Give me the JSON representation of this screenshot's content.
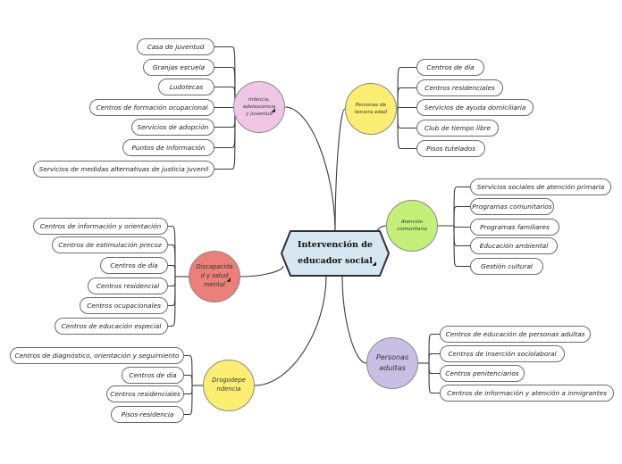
{
  "center": {
    "title": "Intervención de\neducador social",
    "color": "#d7e7f1"
  },
  "groups": [
    {
      "id": "infancia",
      "label": "Infancia,\nadolescencia\ny juventud",
      "color": "#f0c6e6",
      "collapsed_marker": true,
      "items": [
        "Casa de juventud",
        "Granjas escuela",
        "Ludotecas",
        "Centros de formación ocupacional",
        "Servicios de adopción",
        "Puntos de información",
        "Servicios de medidas alternativas de justicia juvenil"
      ]
    },
    {
      "id": "mayores",
      "label": "Personas de\ntercera edad",
      "color": "#fbee72",
      "collapsed_marker": false,
      "items": [
        "Centros de día",
        "Centros residenciales",
        "Servicios de ayuda domiciliaria",
        "Club de tiempo libre",
        "Pisos tutelados"
      ]
    },
    {
      "id": "comunitaria",
      "label": "Atención\ncomunitaria",
      "color": "#c4ef78",
      "collapsed_marker": false,
      "items": [
        "Servicios sociales de atención primaria",
        "Programas comunitarios",
        "Programas familiares",
        "Educación ambiental",
        "Gestión cultural"
      ]
    },
    {
      "id": "discapacidad",
      "label": "Discapacida\nd y salud\nmental",
      "color": "#ea8079",
      "collapsed_marker": true,
      "items": [
        "Centros de información y orientación",
        "Centros de estimulación precoz",
        "Centros de día",
        "Centros residencial",
        "Centros ocupacionales",
        "Centros de educación especial"
      ]
    },
    {
      "id": "adultos",
      "label": "Personas\nadultas",
      "color": "#c9bfe4",
      "collapsed_marker": false,
      "items": [
        "Centros de educación de personas adultas",
        "Centros de inserción sociolaboral",
        "Centros penitenciarios",
        "Centros de información y atención a inmigrantes"
      ]
    },
    {
      "id": "drogodependencia",
      "label": "Drogodepe\nndencia",
      "color": "#fbee72",
      "collapsed_marker": false,
      "items": [
        "Centros de diagnóstico, orientación y seguimiento",
        "Centros de día",
        "Centros residenciales",
        "Pisos-residencia"
      ]
    }
  ]
}
